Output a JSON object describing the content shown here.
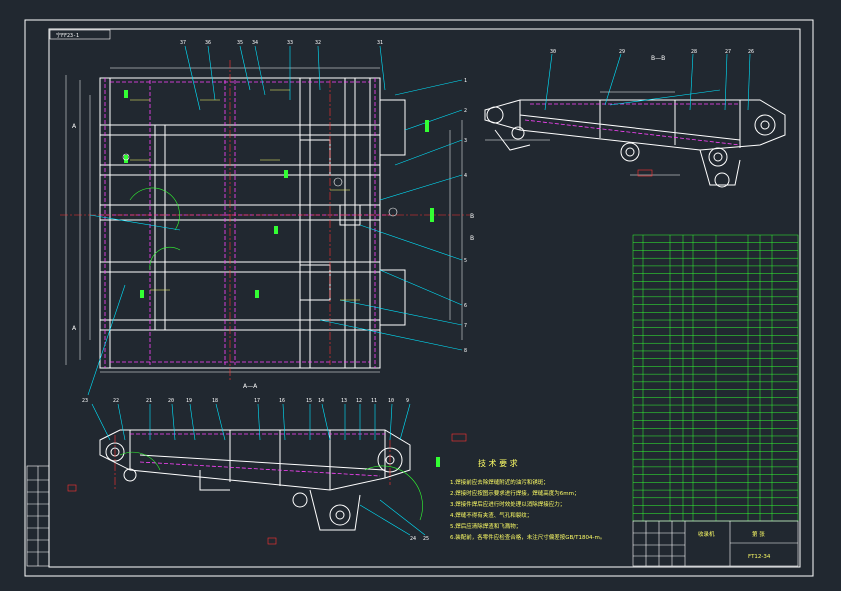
{
  "drawing": {
    "stamp_topleft": "宁FF23-1",
    "section_aa": "A—A",
    "section_bb": "B—B",
    "tech_title": "技 术 要 求",
    "tech_notes": [
      "1.焊接前应去除焊缝附近的油污和锈斑；",
      "2.焊接时应按图示要求进行焊接，焊缝高度为6mm；",
      "3.焊接件焊后应进行时效处理以消除焊接应力；",
      "4.焊缝不得有夹渣、气孔和裂纹；",
      "5.焊后应清除焊渣和飞溅物；",
      "6.装配前，各零件应检查合格，未注尺寸偏差按GB/T1804-m。"
    ],
    "title_block": {
      "name": "收录机",
      "sheet": "第  张",
      "code": "FT12-34"
    },
    "balloons_top": [
      "37",
      "36",
      "35",
      "34",
      "33",
      "32",
      "31"
    ],
    "balloons_right": [
      "1",
      "2",
      "3",
      "4",
      "5",
      "6",
      "7",
      "8"
    ],
    "balloons_bottom": [
      "23",
      "22",
      "21",
      "20",
      "19",
      "18",
      "17",
      "16",
      "15",
      "14",
      "13",
      "12",
      "11",
      "10",
      "9"
    ],
    "balloons_bottom_lower": [
      "24",
      "25"
    ],
    "balloons_bb": [
      "30",
      "29",
      "28",
      "27",
      "26"
    ],
    "side_marks": [
      "A",
      "A",
      "B",
      "B"
    ],
    "bom_rows": 37
  }
}
